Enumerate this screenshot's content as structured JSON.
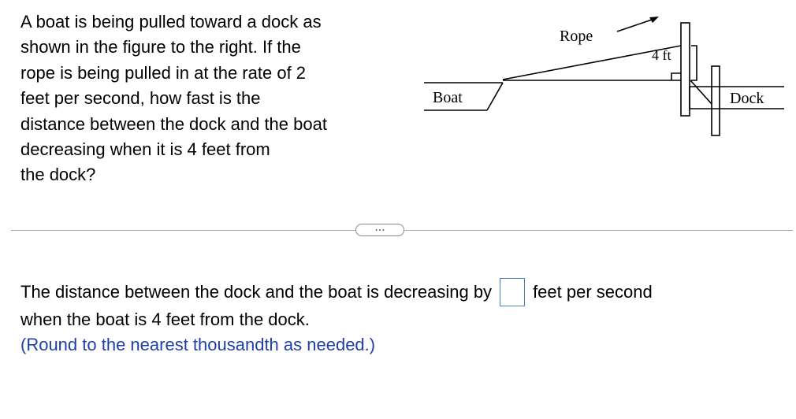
{
  "question": {
    "lines": [
      "A boat is being pulled toward a dock as",
      "shown in the figure to the right. If the",
      "rope is being pulled in at the rate of 2",
      "feet per second, how fast is the",
      "distance between the dock and the boat",
      "decreasing when it is 4 feet from",
      "the dock?"
    ]
  },
  "figure": {
    "rope_label": "Rope",
    "boat_label": "Boat",
    "height_label": "4 ft",
    "dock_label": "Dock"
  },
  "divider": {
    "expand_icon": "ellipsis-icon",
    "expand_glyph": "..."
  },
  "answer": {
    "before_input": "The distance between the dock and the boat is decreasing by",
    "input_value": "",
    "after_input": "feet per second",
    "line2": "when the boat is 4 feet from the dock.",
    "hint": "(Round to the nearest thousandth as needed.)"
  },
  "colors": {
    "input_border": "#4a7fc1",
    "hint_text": "#1f3fa6",
    "divider": "#a9a9a9"
  }
}
